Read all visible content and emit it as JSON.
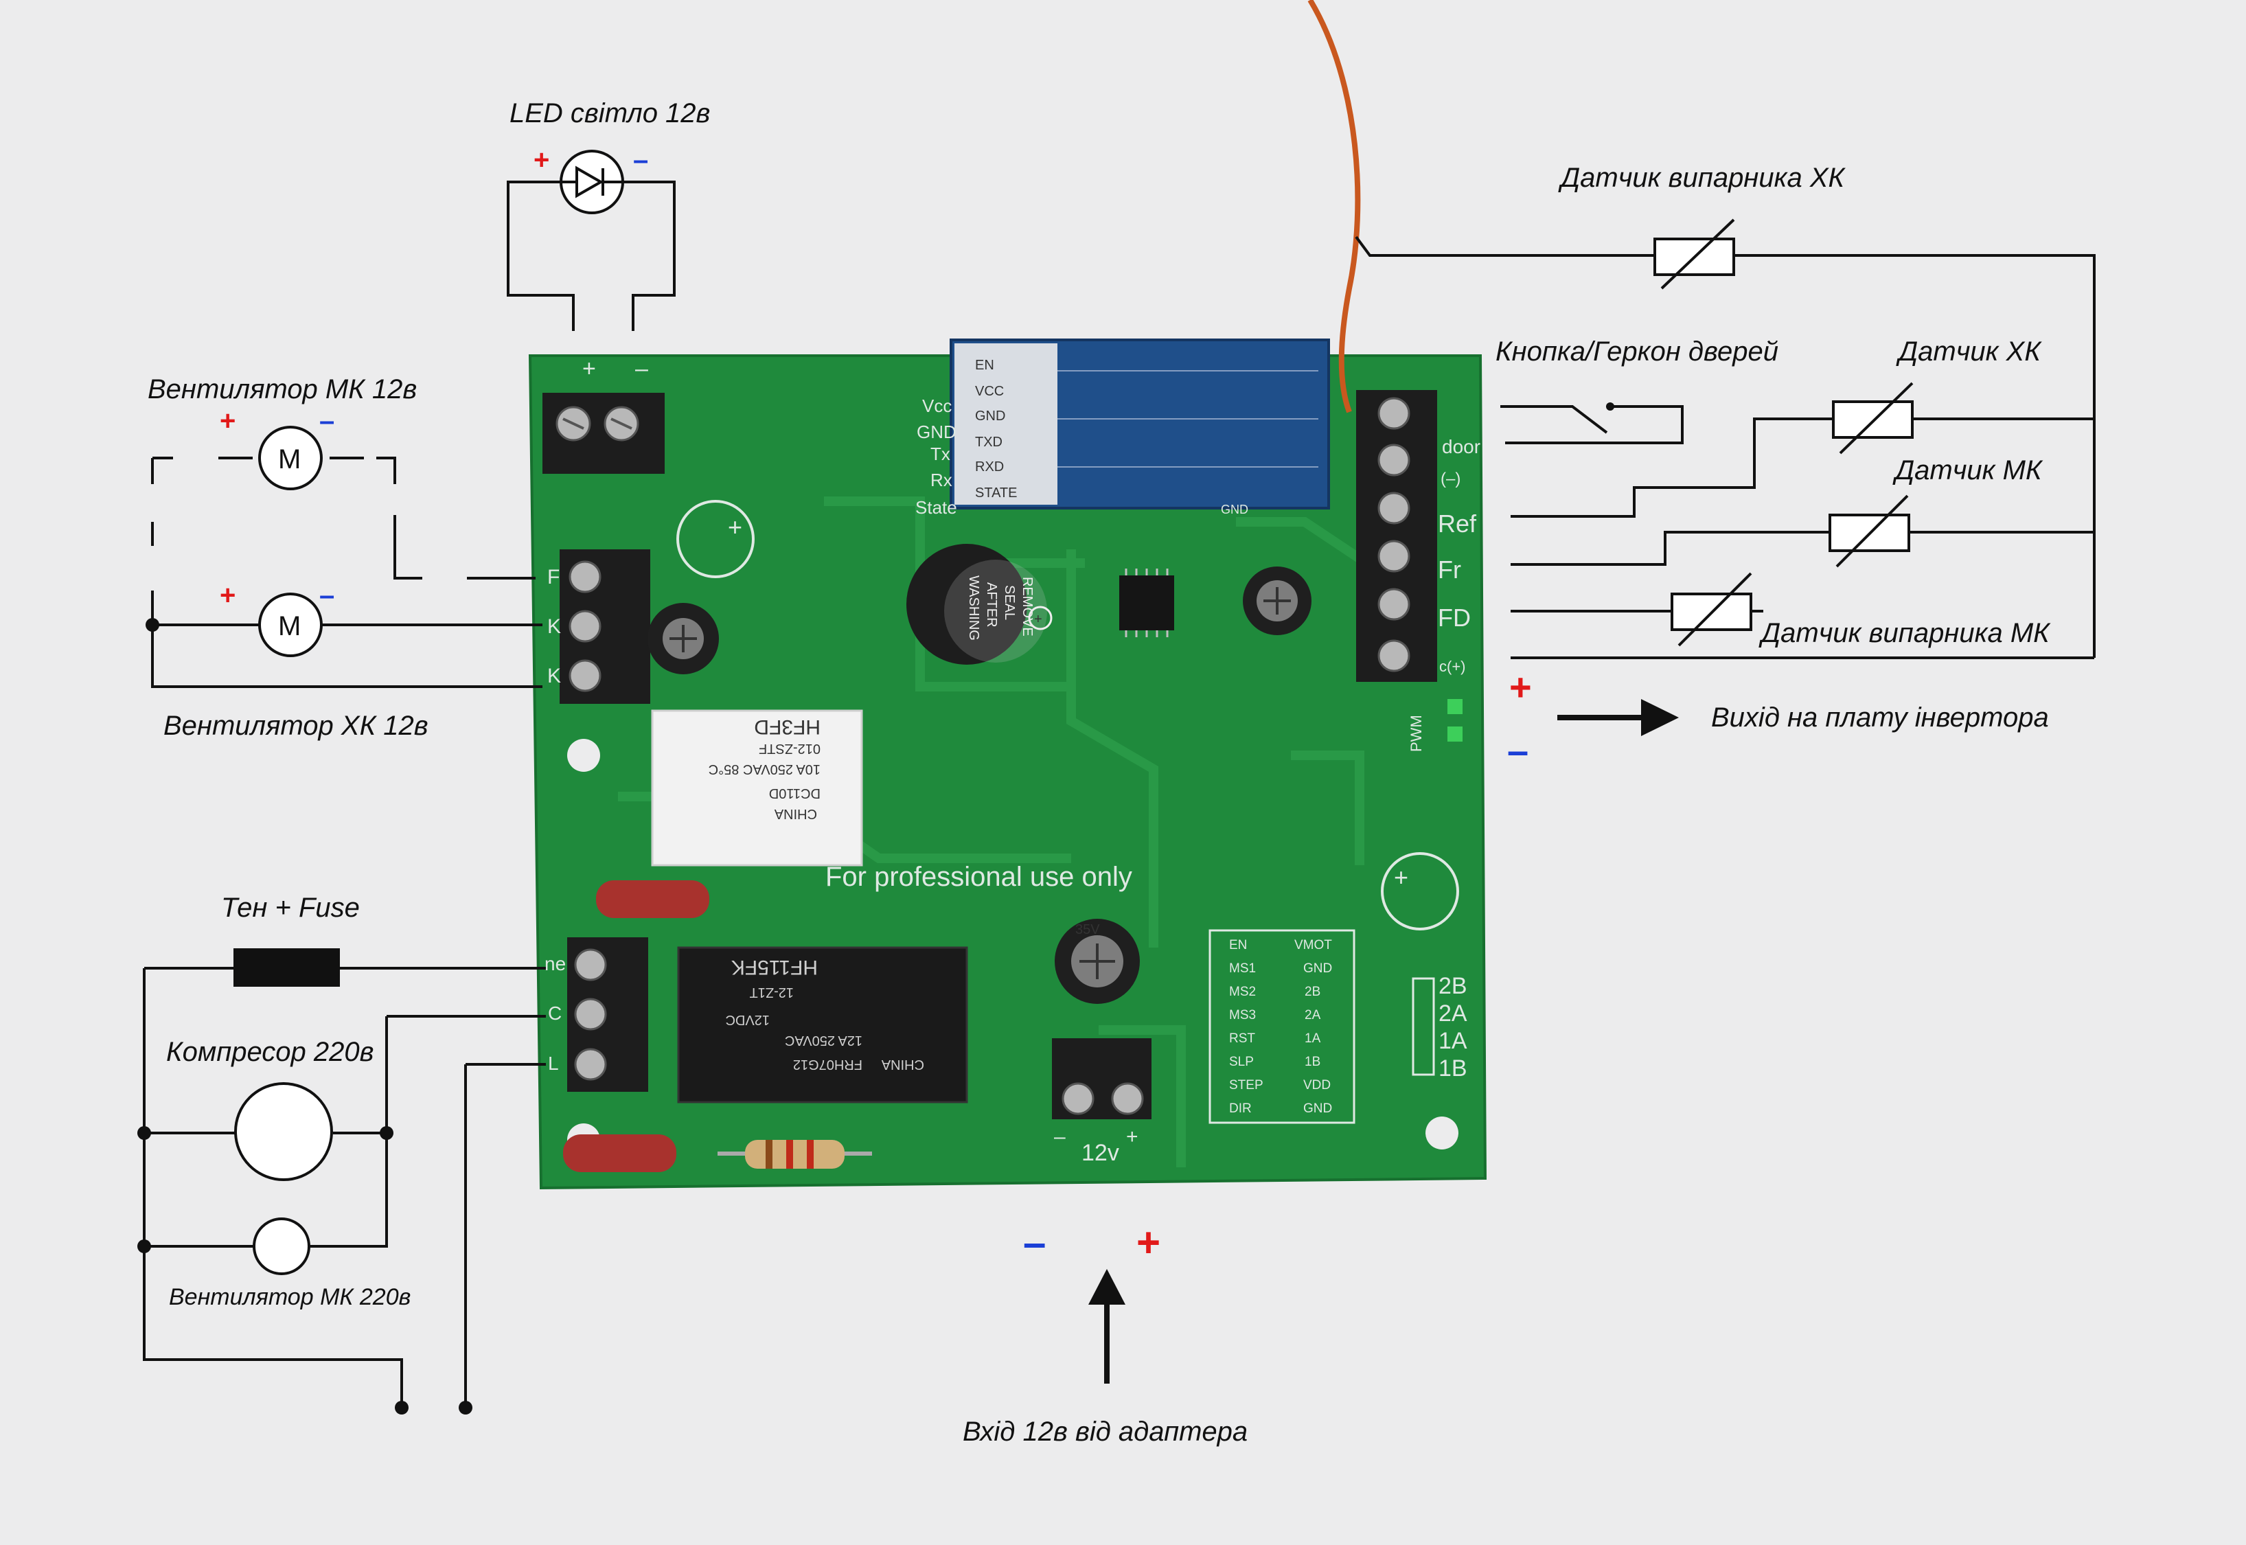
{
  "labels": {
    "led": "LED світло 12в",
    "fan_mk_12": "Вентилятор МК 12в",
    "fan_hk_12": "Вентилятор ХК 12в",
    "ten_fuse": "Тен + Fuse",
    "compressor": "Компресор 220в",
    "fan_mk_220": "Вентилятор МК 220в",
    "sensor_evap_hk": "Датчик випарника ХК",
    "door_button": "Кнопка/Геркон дверей",
    "sensor_hk": "Датчик  ХК",
    "sensor_mk": "Датчик  МК",
    "sensor_evap_mk": "Датчик випарника МК",
    "inverter_out": "Вихід на плату інвертора",
    "adapter_in": "Вхід 12в від адаптера",
    "motor_letter": "M"
  },
  "polarity": {
    "plus": "+",
    "minus": "–"
  },
  "board": {
    "professional": "For professional use only",
    "supply": "12v",
    "pins_left": [
      "Vcc",
      "GND",
      "Tx",
      "Rx",
      "State"
    ],
    "terminal_right": [
      "door",
      "(–)",
      "Ref",
      "Fr",
      "FD",
      "c(+)"
    ],
    "terminal_fan": [
      "F",
      "K",
      "K"
    ],
    "terminal_power": [
      "ne",
      "C",
      "L"
    ],
    "pwm": "PWM",
    "bt_pins": [
      "EN",
      "VCC",
      "GND",
      "TXD",
      "RXD",
      "STATE"
    ],
    "gnd_mark": "GND",
    "motor_pins_left": [
      "EN",
      "MS1",
      "MS2",
      "MS3",
      "RST",
      "SLP",
      "STEP",
      "DIR"
    ],
    "motor_pins_right": [
      "VMOT",
      "GND",
      "2B",
      "2A",
      "1A",
      "1B",
      "VDD",
      "GND"
    ],
    "stepper_header": [
      "2B",
      "2A",
      "1A",
      "1B"
    ],
    "buzzer": [
      "REMOVE",
      "SEAL",
      "AFTER",
      "WASHING"
    ],
    "relay_small": [
      "CHINA",
      "DC110D",
      "10A 250VAC 85°C",
      "012-ZSTF",
      "HF3FD"
    ],
    "relay_big": [
      "CHINA",
      "FRH07G12",
      "12A 250VAC",
      "12VDC",
      "12-Z1T",
      "HF115FK"
    ],
    "cap_text": "35V"
  },
  "colors": {
    "background": "#ececed",
    "pcb": "#1f8a3c",
    "plus": "#e11919",
    "minus": "#1b3fd6",
    "wire": "#c9581f"
  }
}
